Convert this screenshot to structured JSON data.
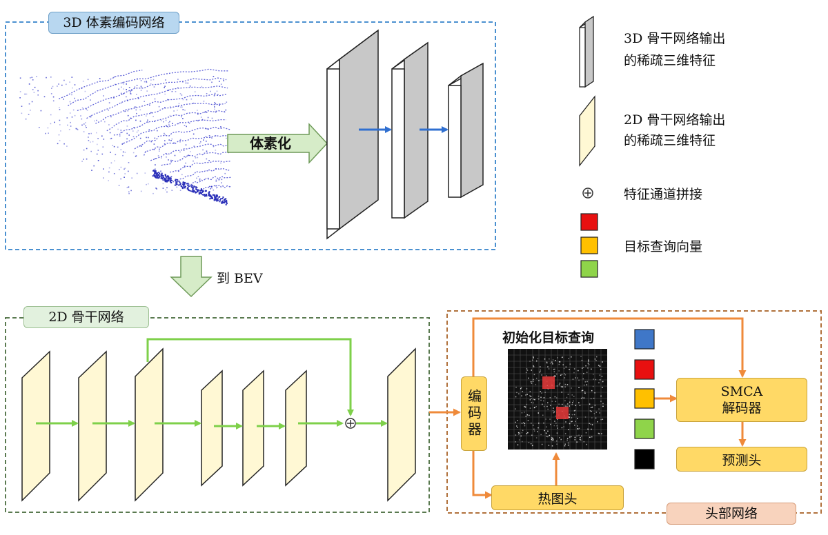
{
  "voxel_section": {
    "title": "3D 体素编码网络",
    "voxelize_label": "体素化"
  },
  "bev_label": "到 BEV",
  "backbone_section": {
    "title": "2D 骨干网络"
  },
  "head_section": {
    "title": "头部网络",
    "encoder_label": "编码器",
    "init_query_label": "初始化目标查询",
    "smca_label_line1": "SMCA",
    "smca_label_line2": "解码器",
    "prediction_head_label": "预测头",
    "heatmap_head_label": "热图头"
  },
  "legend": {
    "sparse3d_line1": "3D 骨干网络输出",
    "sparse3d_line2": "的稀疏三维特征",
    "sparse2d_line1": "2D 骨干网络输出",
    "sparse2d_line2": "的稀疏三维特征",
    "concat_label": "特征通道拼接",
    "query_label": "目标查询向量"
  },
  "colors": {
    "voxel_border": "#4a90d0",
    "backbone_border": "#5a7a50",
    "head_border": "#b0703a",
    "blue_arrow": "#2f6fd0",
    "green_arrow": "#7ed04a",
    "orange_arrow": "#ef8a3a",
    "query_colors": [
      "#3f77c8",
      "#e81010",
      "#ffc000",
      "#8fd44a",
      "#000000"
    ]
  }
}
